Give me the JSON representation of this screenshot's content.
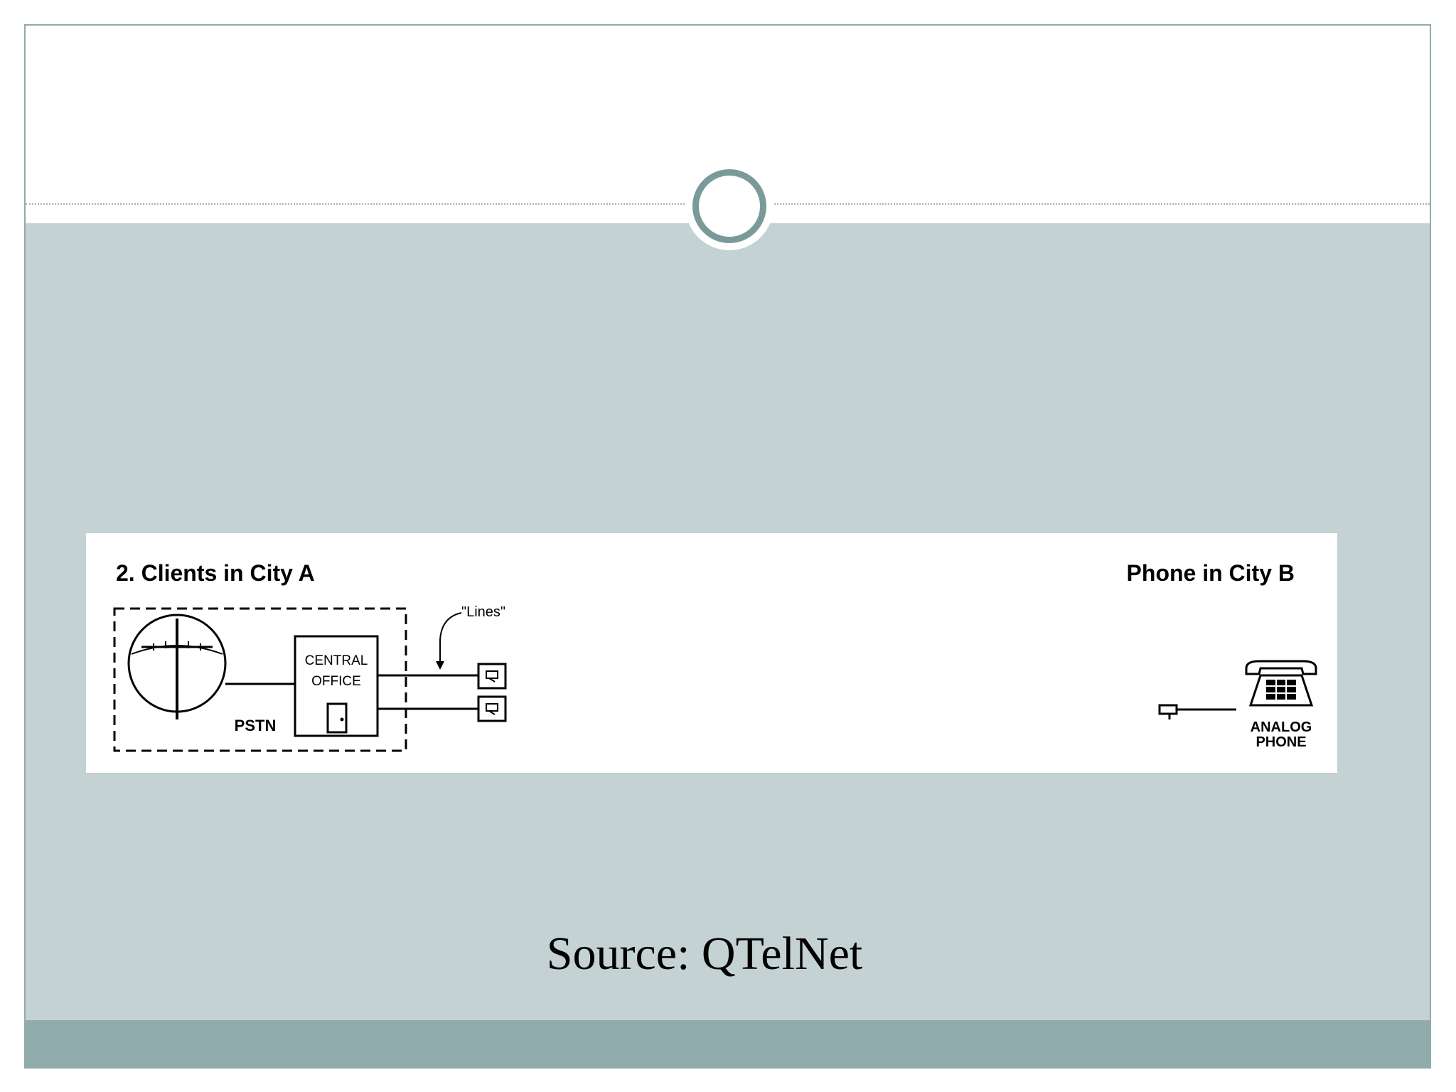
{
  "figure": {
    "heading_left": "2. Clients in City A",
    "heading_right": "Phone in City B",
    "lines_label": "\"Lines\"",
    "central_office_line1": "CENTRAL",
    "central_office_line2": "OFFICE",
    "pstn_label": "PSTN",
    "analog_phone_line1": "ANALOG",
    "analog_phone_line2": "PHONE"
  },
  "caption": "Source: QTelNet",
  "colors": {
    "content_band": "#c5d2d4",
    "footer_band": "#8fabab",
    "ring": "#7a9a9a"
  }
}
